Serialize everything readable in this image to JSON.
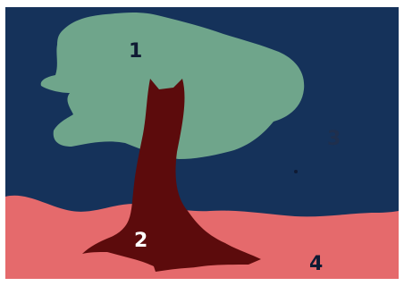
{
  "colors": {
    "frame": "#ffffff",
    "sky": "#15325a",
    "foliage": "#6fa58b",
    "trunk": "#5c0b0c",
    "ground": "#e56a6c",
    "label_dark": "#0f1a33",
    "label_light": "#ffffff",
    "label_sky": "#1f2f4d"
  },
  "regions": [
    {
      "id": "foliage",
      "label": "1"
    },
    {
      "id": "trunk",
      "label": "2"
    },
    {
      "id": "sky",
      "label": "3"
    },
    {
      "id": "ground",
      "label": "4"
    }
  ]
}
